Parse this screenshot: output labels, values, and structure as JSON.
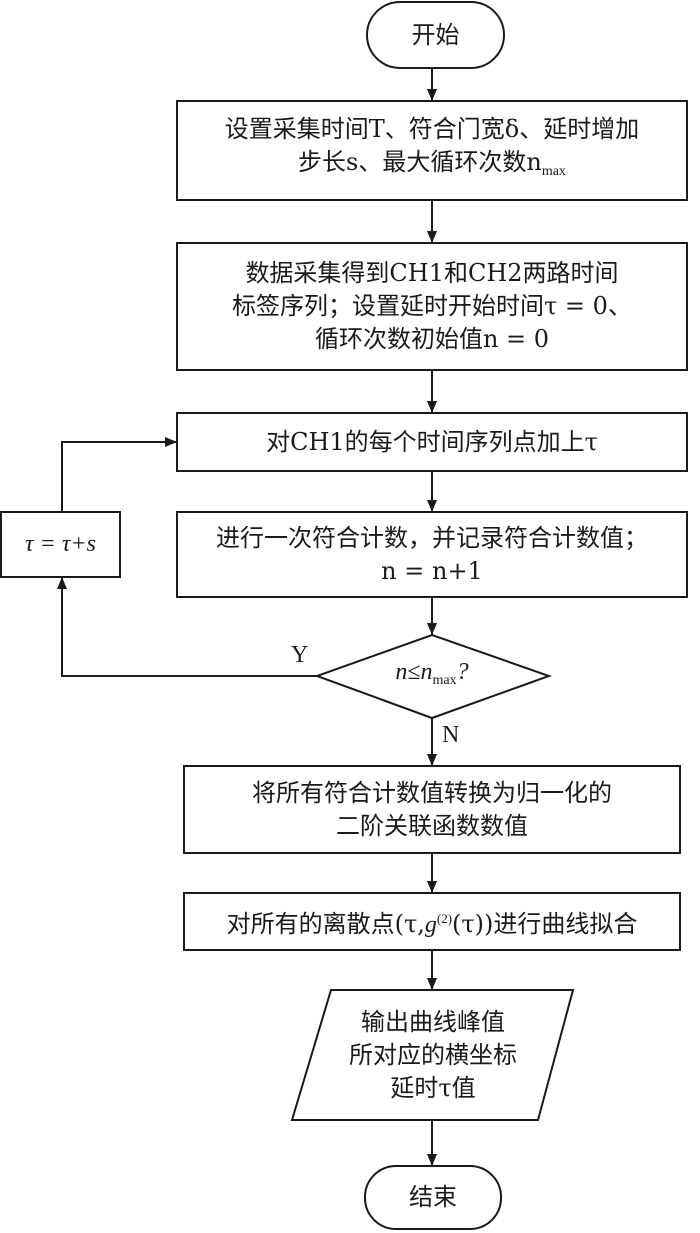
{
  "flowchart": {
    "start": {
      "label": "开始"
    },
    "step1": {
      "lines": [
        "设置采集时间T、符合门宽δ、延时增加",
        "步长s、最大循环次数n_max"
      ]
    },
    "step2": {
      "lines": [
        "数据采集得到CH1和CH2两路时间",
        "标签序列；设置延时开始时间τ = 0、",
        "循环次数初始值n = 0"
      ]
    },
    "step3": {
      "lines": [
        "对CH1的每个时间序列点加上τ"
      ]
    },
    "step4": {
      "lines": [
        "进行一次符合计数，并记录符合计数值；",
        "n = n+1"
      ]
    },
    "decision": {
      "label": "n≤n_max?",
      "yes_label": "Y",
      "no_label": "N"
    },
    "loop_step": {
      "label": "τ = τ+s"
    },
    "step5": {
      "lines": [
        "将所有符合计数值转换为归一化的",
        "二阶关联函数数值"
      ]
    },
    "step6": {
      "lines": [
        "对所有的离散点(τ,g(2)(τ))进行曲线拟合"
      ]
    },
    "output": {
      "lines": [
        "输出曲线峰值",
        "所对应的横坐标",
        "延时τ值"
      ]
    },
    "end": {
      "label": "结束"
    }
  }
}
